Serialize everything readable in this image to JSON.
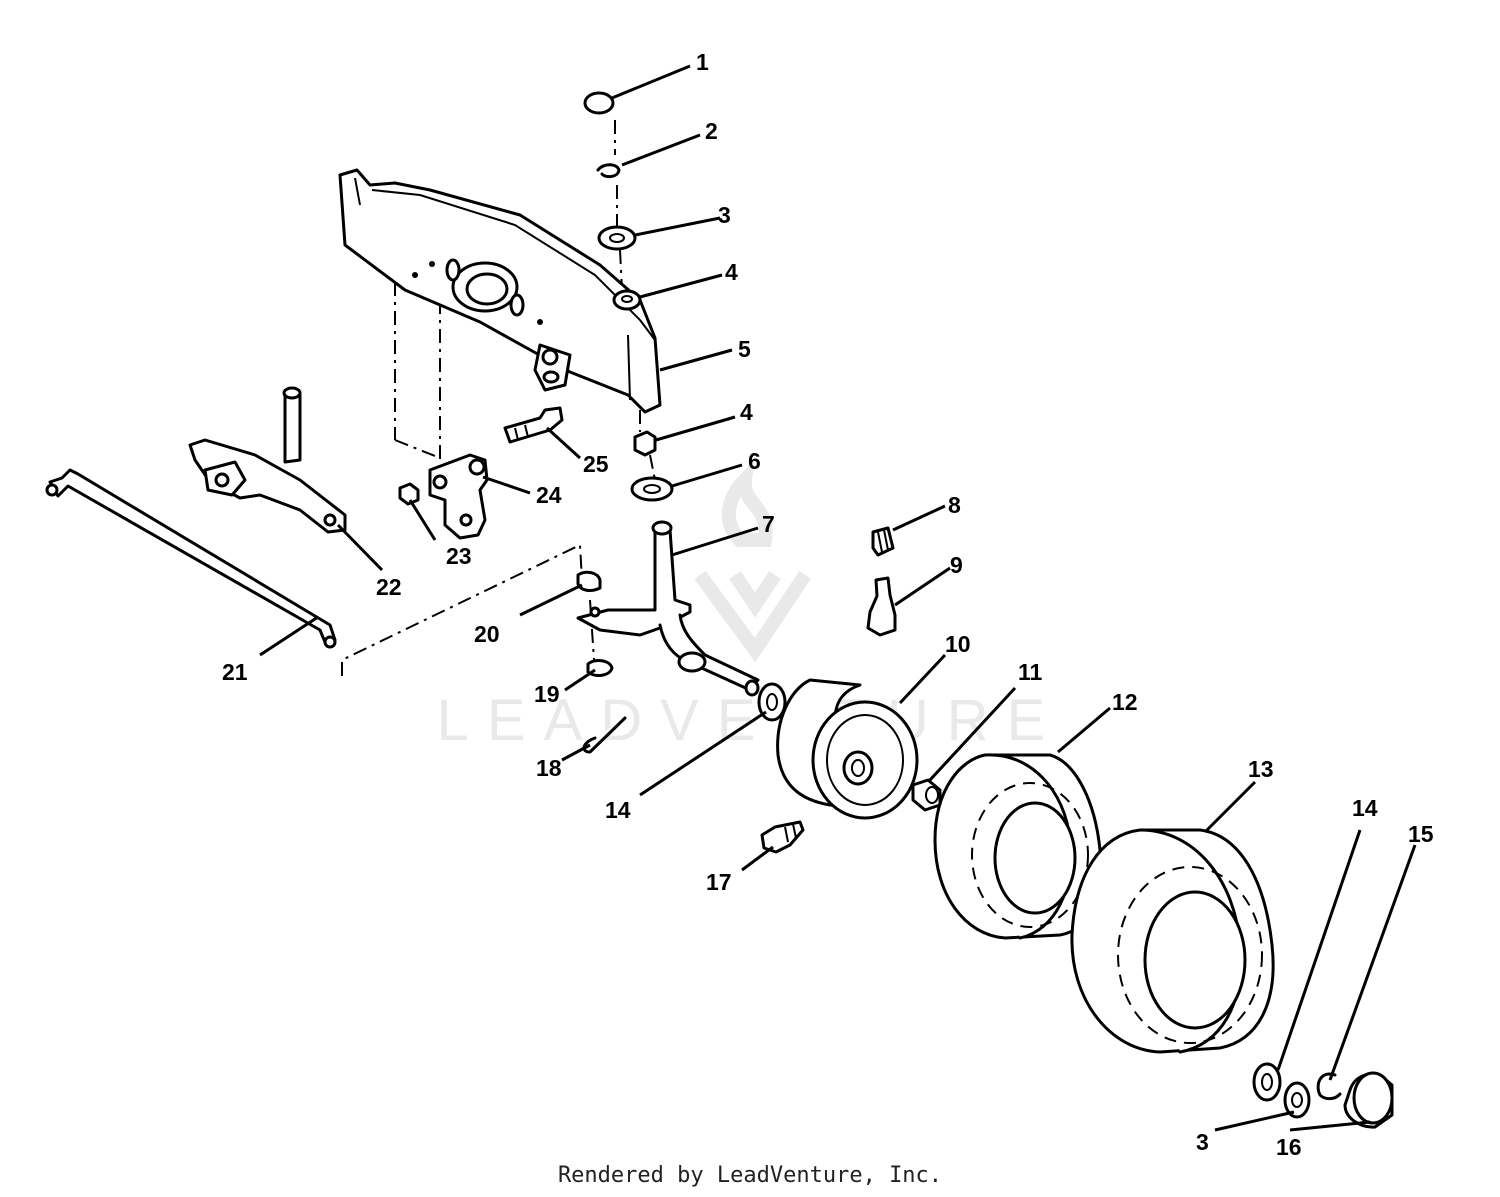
{
  "diagram": {
    "callouts": [
      {
        "label": "1"
      },
      {
        "label": "2"
      },
      {
        "label": "3"
      },
      {
        "label": "4"
      },
      {
        "label": "5"
      },
      {
        "label": "4"
      },
      {
        "label": "6"
      },
      {
        "label": "7"
      },
      {
        "label": "8"
      },
      {
        "label": "9"
      },
      {
        "label": "10"
      },
      {
        "label": "11"
      },
      {
        "label": "12"
      },
      {
        "label": "13"
      },
      {
        "label": "14"
      },
      {
        "label": "15"
      },
      {
        "label": "14"
      },
      {
        "label": "3"
      },
      {
        "label": "16"
      },
      {
        "label": "17"
      },
      {
        "label": "18"
      },
      {
        "label": "19"
      },
      {
        "label": "20"
      },
      {
        "label": "21"
      },
      {
        "label": "22"
      },
      {
        "label": "23"
      },
      {
        "label": "24"
      },
      {
        "label": "25"
      }
    ],
    "watermark": "LEADVENTURE",
    "watermark_logo": "leadventure-logo-icon"
  },
  "footer": {
    "credit": "Rendered by LeadVenture, Inc."
  }
}
